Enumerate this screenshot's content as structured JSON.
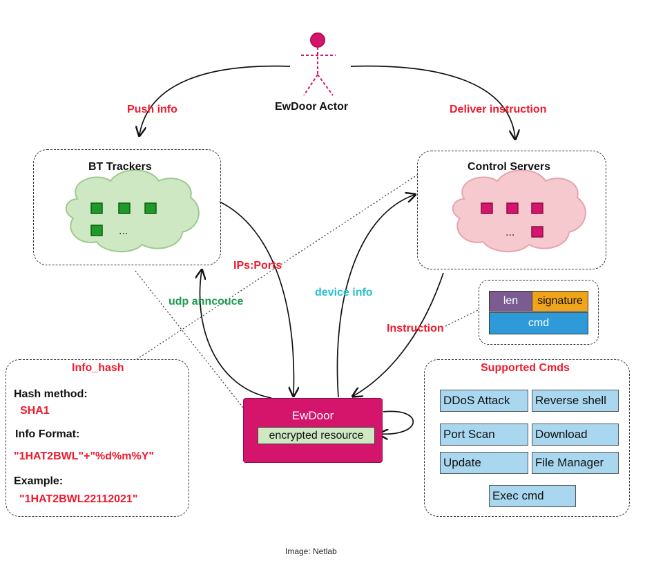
{
  "actor": {
    "label": "EwDoor Actor"
  },
  "edges": {
    "push_info": "Push info",
    "deliver_instruction": "Deliver instruction",
    "ips_ports": "IPs:Ports",
    "udp_announce": "udp anncouce",
    "device_info": "device info",
    "instruction": "Instruction"
  },
  "bt_trackers": {
    "title": "BT Trackers",
    "ellipsis": "..."
  },
  "control_servers": {
    "title": "Control Servers",
    "ellipsis": "..."
  },
  "packet": {
    "len": "len",
    "signature": "signature",
    "cmd": "cmd"
  },
  "ewdoor": {
    "title": "EwDoor",
    "resource": "encrypted resource"
  },
  "info_hash": {
    "title": "Info_hash",
    "hash_method_label": "Hash method:",
    "hash_method_value": "SHA1",
    "info_format_label": "Info Format:",
    "info_format_value": "\"1HAT2BWL\"+\"%d%m%Y\"",
    "example_label": "Example:",
    "example_value": "\"1HAT2BWL22112021\""
  },
  "supported_cmds": {
    "title": "Supported Cmds",
    "items": [
      "DDoS Attack",
      "Reverse shell",
      "Port Scan",
      "Download",
      "Update",
      "File Manager",
      "Exec cmd"
    ]
  },
  "caption": "Image: Netlab",
  "colors": {
    "label_red": "#f0192b",
    "label_green": "#1e9a4e",
    "label_cyan": "#27c2cf",
    "ewdoor_fill": "#d4156b",
    "green_cloud": "#cfe8c4",
    "pink_cloud": "#f6c9cf",
    "cmd_fill": "#a8d7ef",
    "len_fill": "#7a5c93",
    "signature_fill": "#f0a419",
    "packet_cmd_fill": "#2f9ad9"
  }
}
